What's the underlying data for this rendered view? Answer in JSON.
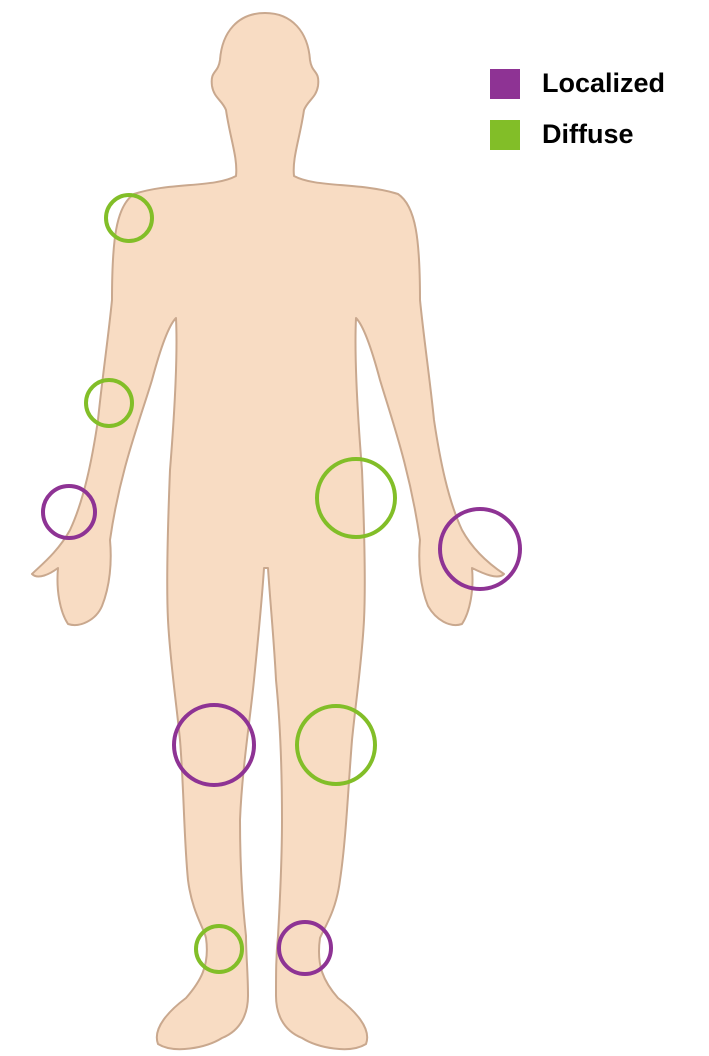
{
  "legend": {
    "items": [
      {
        "label": "Localized",
        "color": "#8e3394"
      },
      {
        "label": "Diffuse",
        "color": "#82be28"
      }
    ]
  },
  "colors": {
    "body_fill": "#f8dcc3",
    "body_outline": "#c9a88e"
  },
  "markers": [
    {
      "region": "right-shoulder",
      "type": "Diffuse"
    },
    {
      "region": "right-elbow",
      "type": "Diffuse"
    },
    {
      "region": "right-wrist",
      "type": "Localized"
    },
    {
      "region": "left-hip",
      "type": "Diffuse"
    },
    {
      "region": "left-hand",
      "type": "Localized"
    },
    {
      "region": "right-knee",
      "type": "Localized"
    },
    {
      "region": "left-knee",
      "type": "Diffuse"
    },
    {
      "region": "right-ankle",
      "type": "Diffuse"
    },
    {
      "region": "left-ankle",
      "type": "Localized"
    }
  ]
}
